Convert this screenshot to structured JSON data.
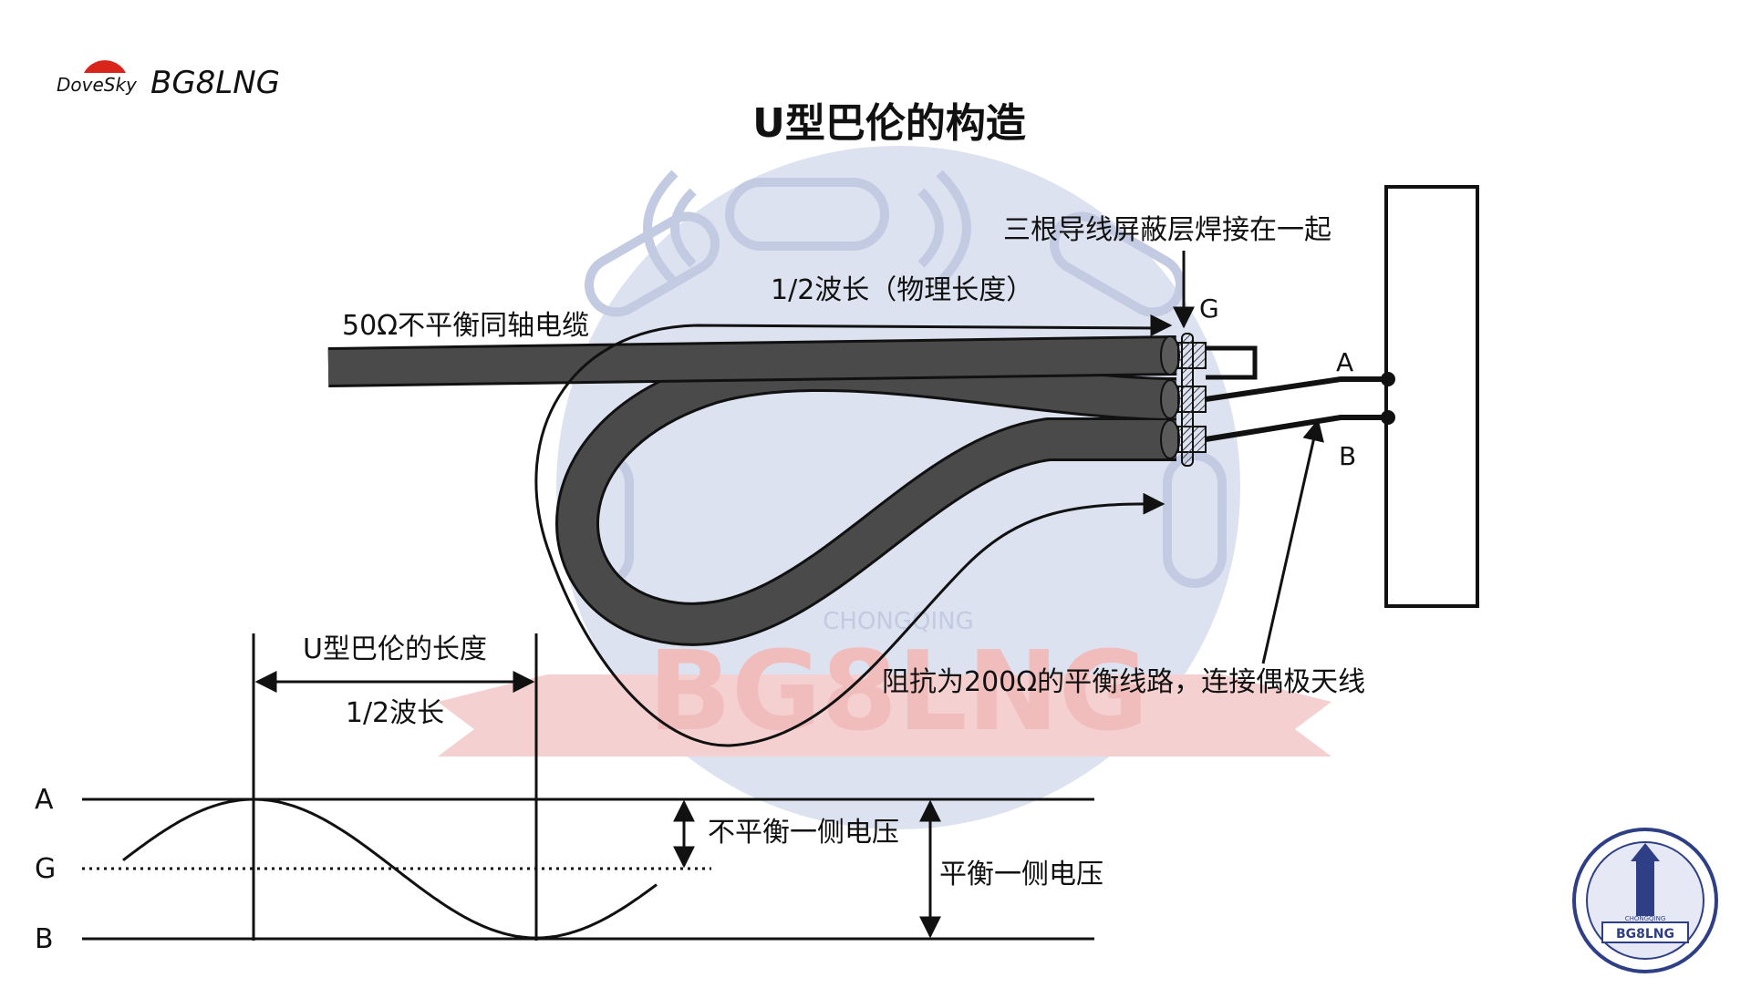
{
  "branding": {
    "script_logo": "DoveSky",
    "callsign_logo": "BG8LNG"
  },
  "title": "U型巴伦的构造",
  "labels": {
    "coax": "50Ω不平衡同轴电缆",
    "half_wave_physical": "1/2波长（物理长度）",
    "shields": "三根导线屏蔽层焊接在一起",
    "g": "G",
    "a": "A",
    "b": "B",
    "balanced_line": "阻抗为200Ω的平衡线路，连接偶极天线"
  },
  "waveform": {
    "length_label": "U型巴伦的长度",
    "half_wave": "1/2波长",
    "axis_a": "A",
    "axis_g": "G",
    "axis_b": "B",
    "unbalanced_voltage": "不平衡一侧电压",
    "balanced_voltage": "平衡一侧电压"
  },
  "watermark": {
    "text": "BG8LNG",
    "city": "CHONGQING"
  },
  "badge": {
    "text": "BG8LNG",
    "city": "CHONGQING"
  },
  "colors": {
    "cable": "#4a4a4a",
    "ink": "#111111",
    "watermark_blue": "#d9deee",
    "watermark_red": "#f4cccc",
    "sun_red": "#d9241c",
    "badge_blue": "#2f3f86"
  }
}
